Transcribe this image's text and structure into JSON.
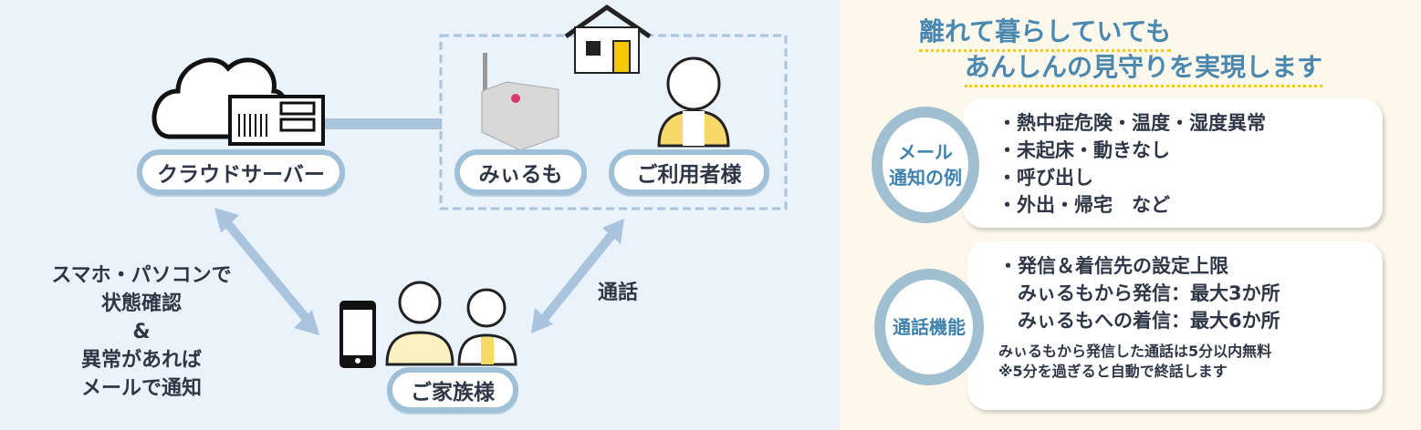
{
  "diagram": {
    "cloud_server_label": "クラウドサーバー",
    "device_label": "みぃるも",
    "user_label": "ご利用者様",
    "family_label": "ご家族様",
    "left_note": [
      "スマホ・パソコンで",
      "状態確認",
      "&",
      "異常があれば",
      "メールで通知"
    ],
    "call_label": "通話"
  },
  "headline": {
    "line1": "離れて暮らしていても",
    "line2": "あんしんの見守りを実現します"
  },
  "mail": {
    "badge": [
      "メール",
      "通知の例"
    ],
    "items": [
      "・熱中症危険・温度・湿度異常",
      "・未起床・動きなし",
      "・呼び出し",
      "・外出・帰宅　など"
    ]
  },
  "call": {
    "badge": "通話機能",
    "items": [
      "・発信＆着信先の設定上限",
      "　みぃるもから発信：最大3か所",
      "　みぃるもへの着信：最大6か所"
    ],
    "notes": [
      "みぃるもから発信した通話は5分以内無料",
      "※5分を過ぎると自動で終話します"
    ]
  },
  "colors": {
    "left_bg": "#eaf3fb",
    "right_bg": "#fdf8ec",
    "accent": "#4a88b0",
    "ring": "#a0bfd1",
    "underline": "#f2c81a"
  }
}
